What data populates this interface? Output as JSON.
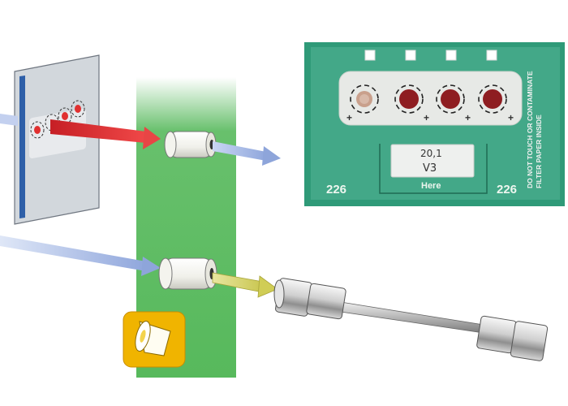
{
  "card": {
    "number_left": "226",
    "number_right": "226",
    "label_handwriting_line1": "20,1",
    "label_handwriting_line2": "V3",
    "label_printed": "Here",
    "side_text_line1": "DO NOT TOUCH OR CONTAMINATE",
    "side_text_line2": "FILTER PAPER INSIDE",
    "spots": [
      "sampled",
      "unsampled",
      "unsampled",
      "unsampled"
    ],
    "color_card": "#2f9a78",
    "color_spot": "#8e1d21"
  },
  "colors": {
    "green_band": "#57b95c",
    "red_arrow": "#e23a3a",
    "blue_arrow": "#a9bee8",
    "yellow_arrow": "#d8d66e",
    "icon_background": "#f0b400"
  },
  "icons": {
    "punch_disc_icon": "punch-tool-icon"
  }
}
